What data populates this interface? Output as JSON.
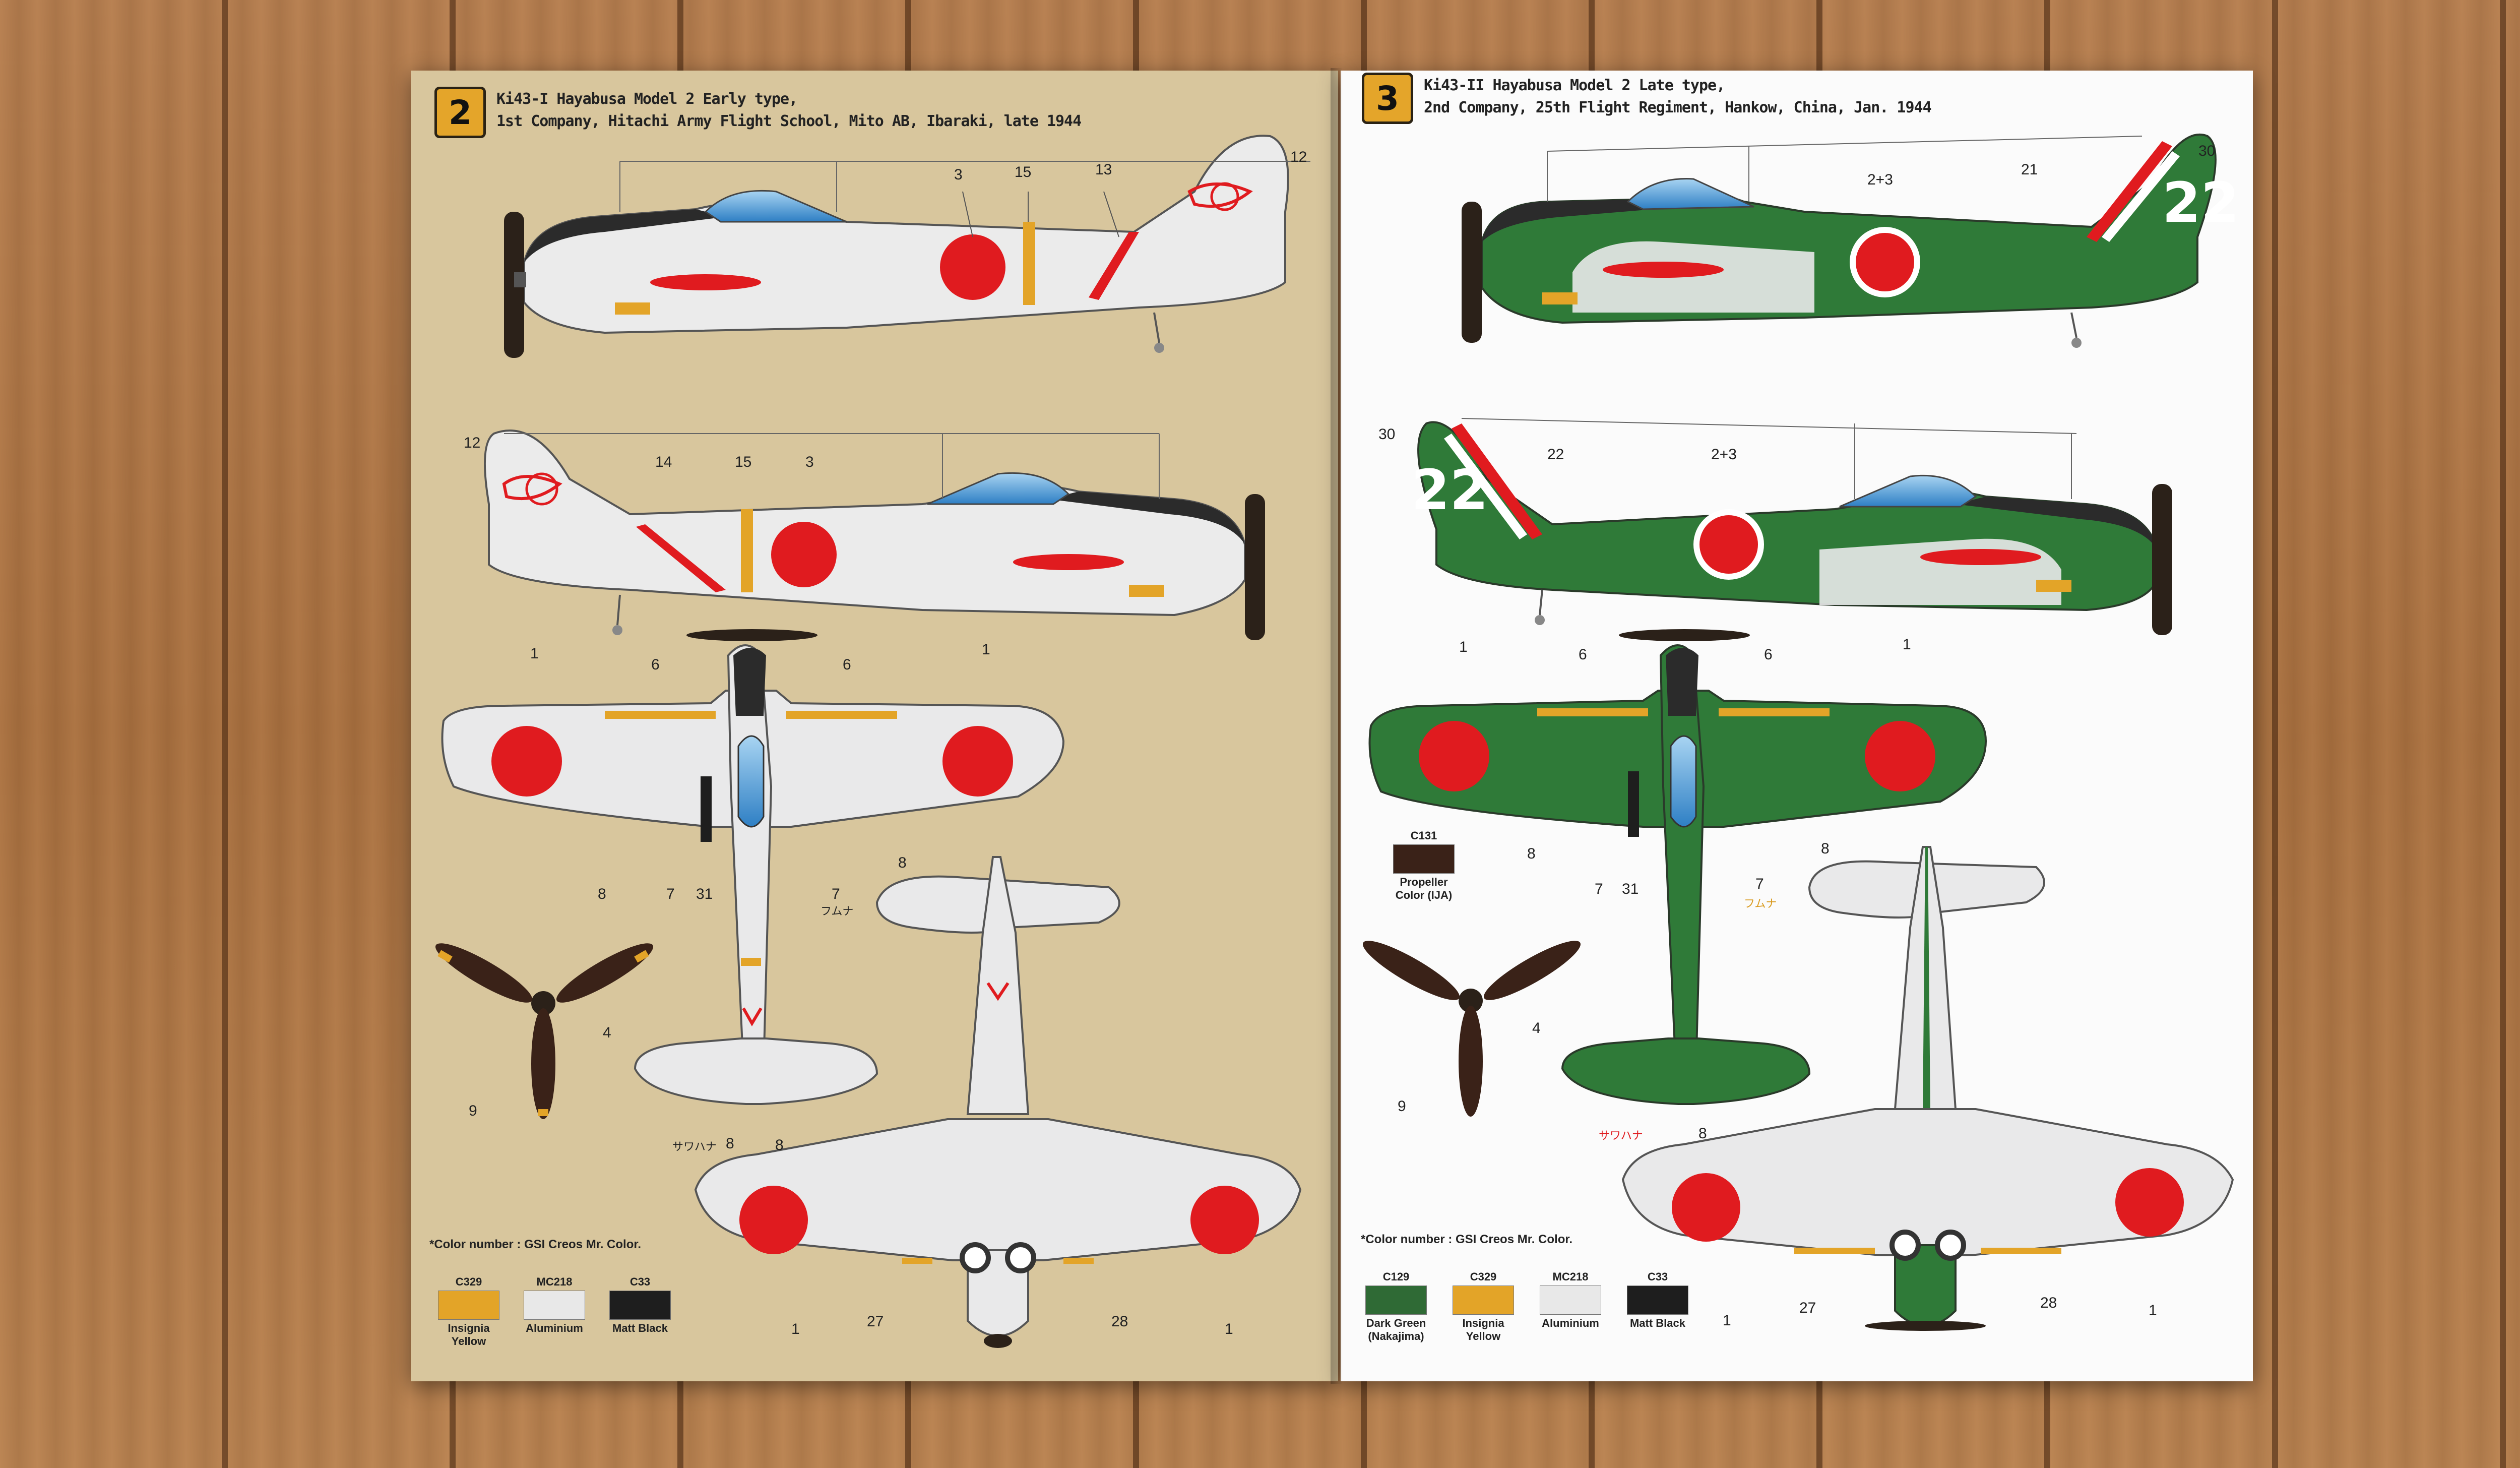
{
  "left_page": {
    "profile_number": "2",
    "title_line1": "Ki43-I Hayabusa Model 2 Early type,",
    "title_line2": "1st Company, Hitachi Army Flight School, Mito AB, Ibaraki, late 1944",
    "side_callouts": [
      "3",
      "15",
      "13",
      "12"
    ],
    "side2_callouts": [
      "12",
      "14",
      "15",
      "3"
    ],
    "top_callouts": [
      "1",
      "6",
      "6",
      "1",
      "8",
      "7",
      "31",
      "7",
      "8"
    ],
    "katakana_1": "フムナ",
    "katakana_2": "サワハナ",
    "prop_callouts": [
      "4",
      "9"
    ],
    "bottom_callouts": [
      "8",
      "8",
      "1",
      "27",
      "28",
      "1"
    ],
    "color_note": "*Color number : GSI Creos Mr. Color.",
    "swatches": [
      {
        "code": "C329",
        "label": "Insignia Yellow",
        "color": "#e3a428"
      },
      {
        "code": "MC218",
        "label": "Aluminium",
        "color": "#e8e8e8"
      },
      {
        "code": "C33",
        "label": "Matt Black",
        "color": "#1e1e1e"
      }
    ]
  },
  "right_page": {
    "profile_number": "3",
    "title_line1": "Ki43-II Hayabusa Model 2 Late type,",
    "title_line2": "2nd Company, 25th Flight Regiment, Hankow, China, Jan. 1944",
    "side_callouts": [
      "2+3",
      "21",
      "30"
    ],
    "tail_number": "22",
    "side2_callouts": [
      "30",
      "22",
      "2+3"
    ],
    "top_callouts": [
      "1",
      "6",
      "6",
      "1",
      "8",
      "7",
      "31",
      "7",
      "8"
    ],
    "katakana_1": "フムナ",
    "katakana_2": "サワハナ",
    "prop_callouts": [
      "4",
      "9"
    ],
    "bottom_callouts": [
      "8",
      "1",
      "27",
      "28",
      "1"
    ],
    "prop_swatch": {
      "code": "C131",
      "label": "Propeller Color (IJA)",
      "color": "#3a2218"
    },
    "color_note": "*Color number : GSI Creos Mr. Color.",
    "swatches": [
      {
        "code": "C129",
        "label": "Dark Green (Nakajima)",
        "color": "#2f6a35"
      },
      {
        "code": "C329",
        "label": "Insignia Yellow",
        "color": "#e3a428"
      },
      {
        "code": "MC218",
        "label": "Aluminium",
        "color": "#e8e8e8"
      },
      {
        "code": "C33",
        "label": "Matt Black",
        "color": "#1e1e1e"
      }
    ]
  },
  "colors": {
    "hinomaru": "#e01b1f",
    "dark_green": "#2f7a38",
    "aluminium": "#e9e9ea",
    "insignia_yellow": "#e3a428",
    "matt_black": "#1e1e1e",
    "canopy_blue": "#4f9fd8"
  }
}
